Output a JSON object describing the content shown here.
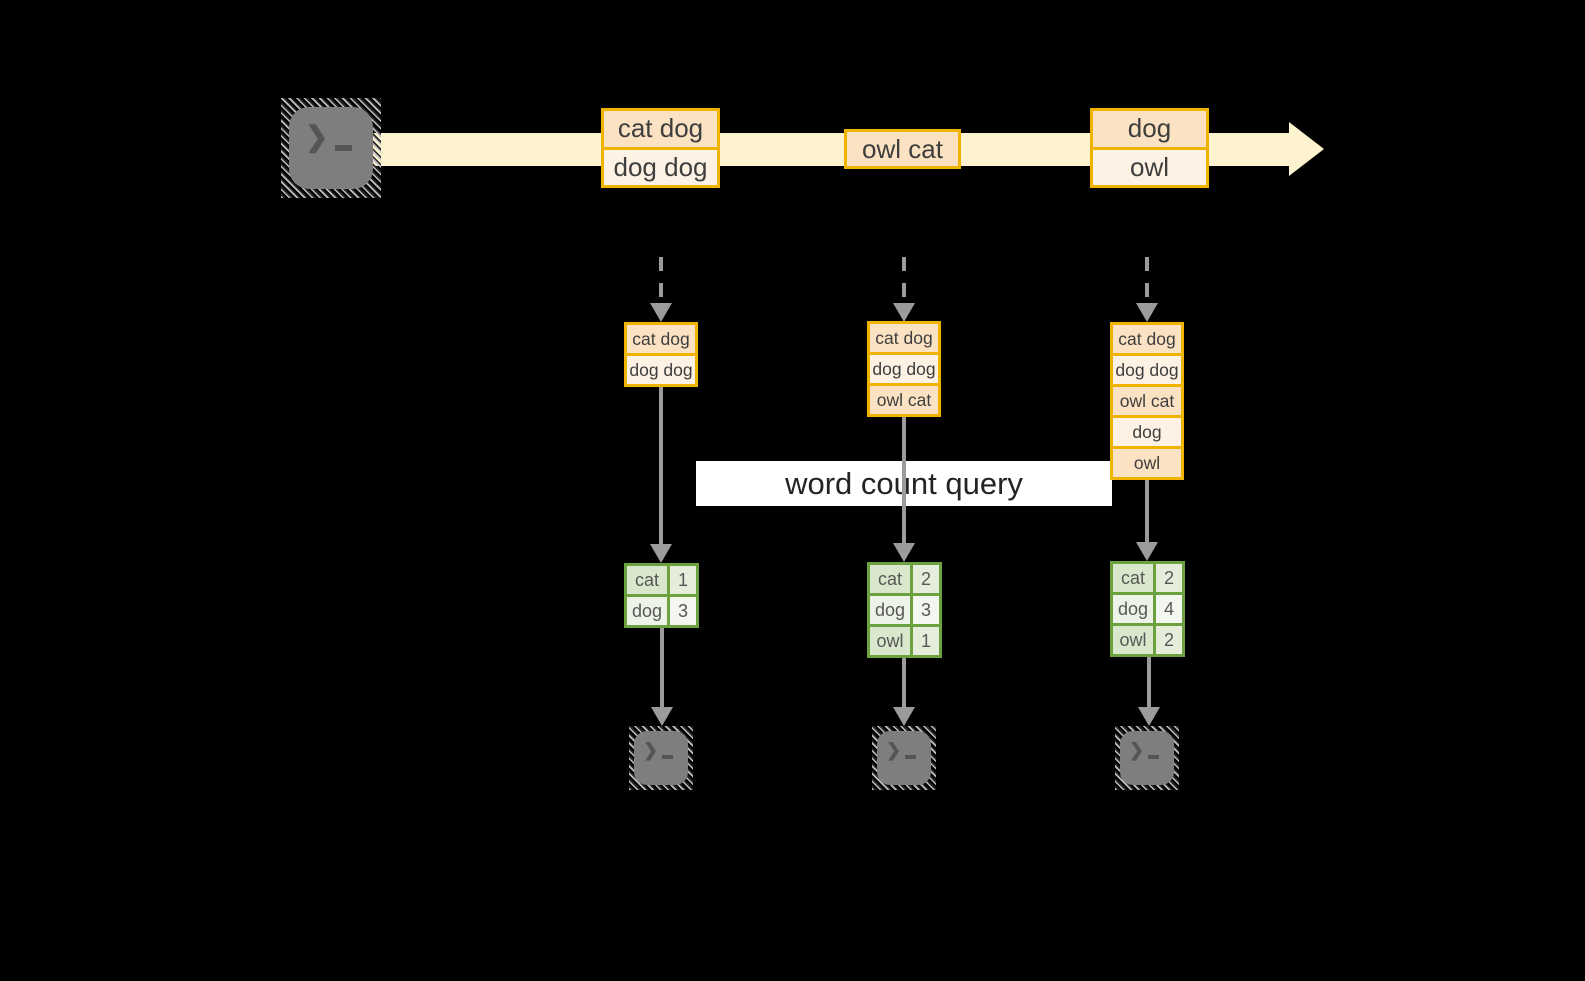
{
  "query": {
    "label": "word count query"
  },
  "timeline": {
    "events": [
      {
        "messages": [
          "cat dog",
          "dog dog"
        ]
      },
      {
        "messages": [
          "owl cat"
        ]
      },
      {
        "messages": [
          "dog",
          "owl"
        ]
      }
    ]
  },
  "columns": [
    {
      "input": [
        "cat dog",
        "dog dog"
      ],
      "counts": [
        {
          "word": "cat",
          "count": "1"
        },
        {
          "word": "dog",
          "count": "3"
        }
      ]
    },
    {
      "input": [
        "cat dog",
        "dog dog",
        "owl cat"
      ],
      "counts": [
        {
          "word": "cat",
          "count": "2"
        },
        {
          "word": "dog",
          "count": "3"
        },
        {
          "word": "owl",
          "count": "1"
        }
      ]
    },
    {
      "input": [
        "cat dog",
        "dog dog",
        "owl cat",
        "dog",
        "owl"
      ],
      "counts": [
        {
          "word": "cat",
          "count": "2"
        },
        {
          "word": "dog",
          "count": "4"
        },
        {
          "word": "owl",
          "count": "2"
        }
      ]
    }
  ],
  "colors": {
    "background": "#000000",
    "stream_band": "#fdf3cf",
    "box_border": "#f0b400",
    "box_fill_peach": "#fbe2c2",
    "box_fill_cream": "#fdf2e4",
    "table_border": "#6ca13f",
    "table_fill_green": "#d9e7cc",
    "table_fill_light": "#eef3e8",
    "arrow_gray": "#9b9b9b",
    "terminal_gray": "#7e7e7e",
    "query_box": "#ffffff"
  }
}
